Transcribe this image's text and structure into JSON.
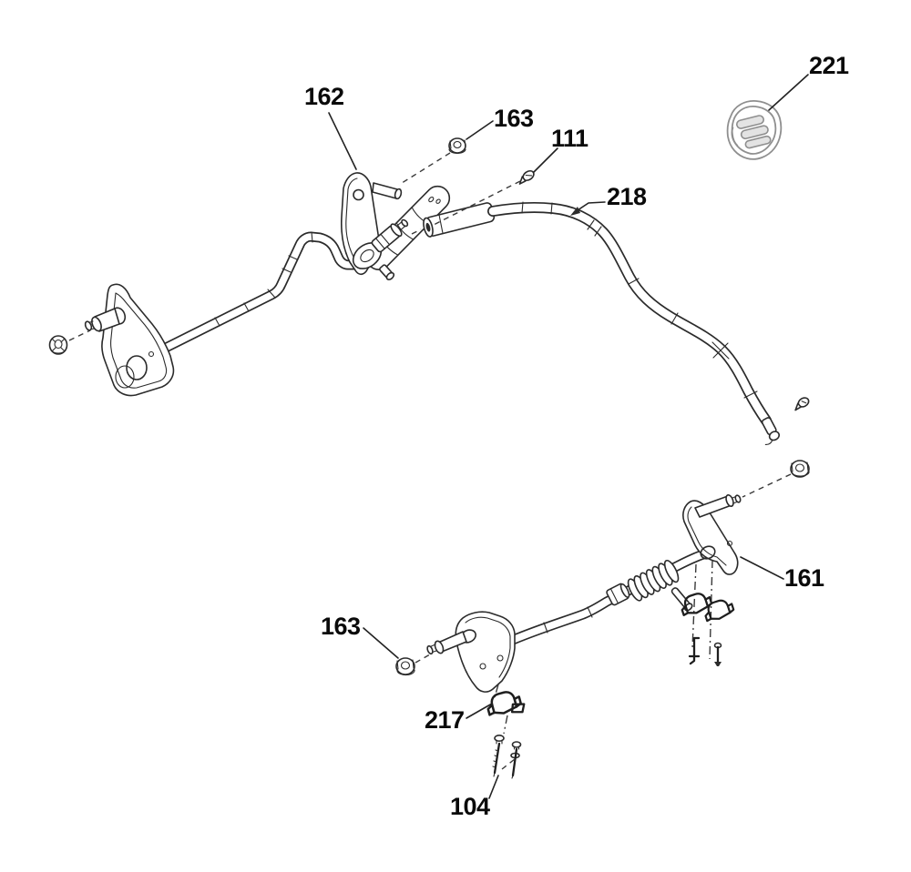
{
  "figure": {
    "kind": "exploded-parts-diagram",
    "background_color": "#ffffff",
    "line_color": "#2b2b2b",
    "label_color": "#0a0a0a",
    "emblem_gray": "#8f8f8f"
  },
  "callouts": [
    {
      "text": "162"
    },
    {
      "text": "163"
    },
    {
      "text": "111"
    },
    {
      "text": "218"
    },
    {
      "text": "221"
    },
    {
      "text": "161"
    },
    {
      "text": "163"
    },
    {
      "text": "217"
    },
    {
      "text": "104"
    }
  ]
}
